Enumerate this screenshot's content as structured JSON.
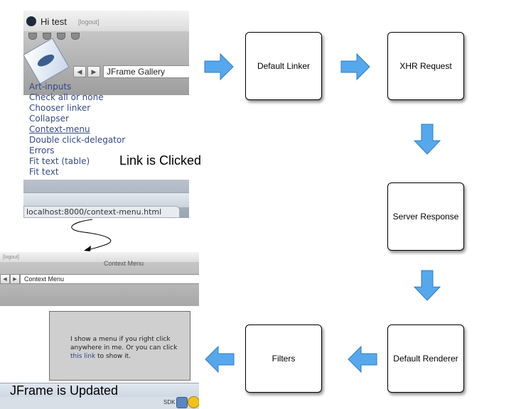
{
  "colors": {
    "arrow_fill": "#55a8ec",
    "arrow_stroke": "#2f7cc4",
    "box_border": "#000000"
  },
  "flow_boxes": {
    "default_linker": "Default Linker",
    "xhr_request": "XHR Request",
    "server_response": "Server Response",
    "default_renderer": "Default Renderer",
    "filters": "Filters"
  },
  "captions": {
    "link_clicked": "Link is Clicked",
    "jframe_updated": "JFrame is Updated"
  },
  "screenshot_top": {
    "greeting": "Hi test",
    "logout": "[logout]",
    "nav_back": "◀",
    "nav_forward": "▶",
    "window_title": "JFrame Gallery",
    "links": [
      "Art-inputs",
      "Check all or none",
      "Chooser linker",
      "Collapser",
      "Context-menu",
      "Double click-delegator",
      "Errors",
      "Fit text (table)",
      "Fit text"
    ],
    "status_url": "localhost:8000/context-menu.html"
  },
  "screenshot_bottom": {
    "logout": "[logout]",
    "window_title": "Context Menu",
    "nav_back": "◀",
    "nav_forward": "▶",
    "url_title": "Context Menu",
    "panel_text_1": "I show a menu if you right click anywhere in me. Or you can click",
    "panel_link": "this link",
    "panel_text_2": "to show it.",
    "sdk_label": "SDK"
  },
  "icons": {
    "arrow_shape": "block-arrow",
    "connector": "squiggle-arrow"
  }
}
